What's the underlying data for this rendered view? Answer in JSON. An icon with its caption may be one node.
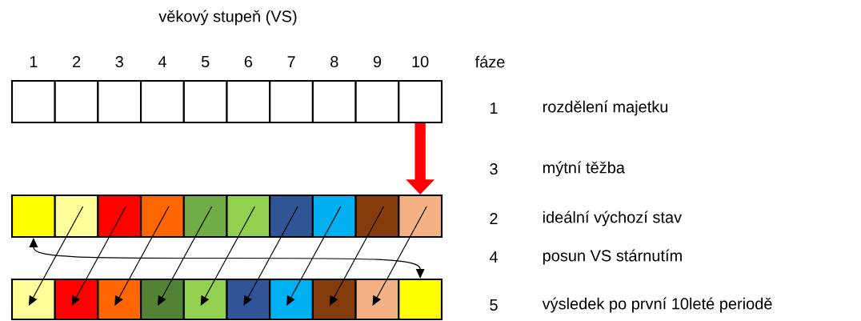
{
  "diagram": {
    "nodes": [
      {
        "text": [],
        "shape": "box"
      },
      {
        "text": [],
        "shape": "box"
      },
      {
        "text": [],
        "shape": "box"
      },
      {
        "text": [],
        "shape": "box"
      },
      {
        "text": [],
        "shape": "box"
      },
      {
        "text": [],
        "shape": "box"
      },
      {
        "text": [],
        "shape": "box"
      },
      {
        "text": [],
        "shape": "box"
      },
      {
        "text": [],
        "shape": "box"
      },
      {
        "text": [],
        "shape": "box"
      },
      {
        "text": [],
        "shape": "box"
      },
      {
        "text": [],
        "shape": "box"
      },
      {
        "text": [],
        "shape": "box"
      },
      {
        "text": [],
        "shape": "box"
      },
      {
        "text": [],
        "shape": "box"
      },
      {
        "text": [],
        "shape": "box"
      },
      {
        "text": [],
        "shape": "box"
      },
      {
        "text": [],
        "shape": "box"
      },
      {
        "text": [],
        "shape": "box"
      },
      {
        "text": [],
        "shape": "box"
      },
      {
        "text": [],
        "shape": "box"
      },
      {
        "text": [],
        "shape": "box"
      },
      {
        "text": [],
        "shape": "box"
      },
      {
        "text": [],
        "shape": "box"
      },
      {
        "text": [],
        "shape": "box"
      },
      {
        "text": [],
        "shape": "box"
      },
      {
        "text": [],
        "shape": "box"
      },
      {
        "text": [],
        "shape": "box"
      },
      {
        "text": [],
        "shape": "box"
      },
      {
        "text": [],
        "shape": "box"
      }
    ],
    "edges": [
      {
        "from": 9,
        "to": 19,
        "arrow": "to",
        "style": "thick",
        "color": "#ff0000"
      },
      {
        "from": 10,
        "to": 29,
        "arrow": "both"
      },
      {
        "from": 11,
        "to": 20,
        "arrow": "to"
      },
      {
        "from": 12,
        "to": 21,
        "arrow": "to"
      },
      {
        "from": 13,
        "to": 22,
        "arrow": "to"
      },
      {
        "from": 14,
        "to": 23,
        "arrow": "to"
      },
      {
        "from": 15,
        "to": 24,
        "arrow": "to"
      },
      {
        "from": 16,
        "to": 25,
        "arrow": "to"
      },
      {
        "from": 17,
        "to": 26,
        "arrow": "to"
      },
      {
        "from": 18,
        "to": 27,
        "arrow": "to"
      },
      {
        "from": 19,
        "to": 28,
        "arrow": "to"
      }
    ],
    "labels": [
      "věkový stupeň (VS)",
      "1",
      "2",
      "3",
      "4",
      "5",
      "6",
      "7",
      "8",
      "9",
      "10",
      "fáze",
      "1",
      "rozdělení majetku",
      "3",
      "mýtní těžba",
      "2",
      "ideální výchozí stav",
      "4",
      "posun VS stárnutím",
      "5",
      "výsledek po první 10leté periodě"
    ]
  }
}
